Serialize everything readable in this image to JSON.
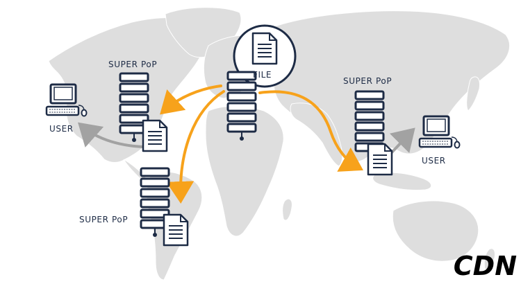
{
  "labels": {
    "file": "FILE",
    "super_pop_1": "SUPER PoP",
    "super_pop_2": "SUPER PoP",
    "super_pop_3": "SUPER PoP",
    "user_1": "USER",
    "user_2": "USER",
    "cdn": "CDN"
  },
  "colors": {
    "map": "#dedede",
    "server": "#1d2b45",
    "arrow_orange": "#f7a21b",
    "arrow_gray": "#a2a2a2"
  },
  "icons": [
    "server-stack-icon",
    "document-icon",
    "computer-icon",
    "world-map"
  ]
}
